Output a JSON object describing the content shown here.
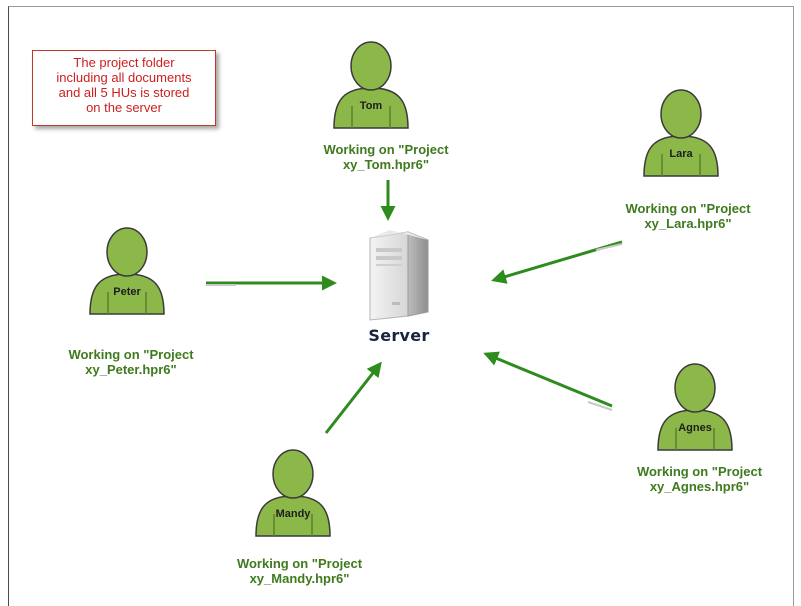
{
  "note": {
    "lines": [
      "The project folder",
      "including all documents",
      "and all 5 HUs is stored",
      "on the server"
    ]
  },
  "server": {
    "label": "Server"
  },
  "users": {
    "tom": {
      "name": "Tom",
      "caption_line1": "Working on \"Project",
      "caption_line2": "xy_Tom.hpr6\""
    },
    "lara": {
      "name": "Lara",
      "caption_line1": "Working on \"Project",
      "caption_line2": "xy_Lara.hpr6\""
    },
    "peter": {
      "name": "Peter",
      "caption_line1": "Working on \"Project",
      "caption_line2": "xy_Peter.hpr6\""
    },
    "agnes": {
      "name": "Agnes",
      "caption_line1": "Working on \"Project",
      "caption_line2": "xy_Agnes.hpr6\""
    },
    "mandy": {
      "name": "Mandy",
      "caption_line1": "Working on \"Project",
      "caption_line2": "xy_Mandy.hpr6\""
    }
  },
  "colors": {
    "person_fill": "#8cb84a",
    "person_stroke": "#3a3a3a",
    "caption": "#3f7a1e",
    "arrow": "#2e8b1e",
    "note_border": "#c0392b",
    "note_text": "#cc1f1f"
  }
}
